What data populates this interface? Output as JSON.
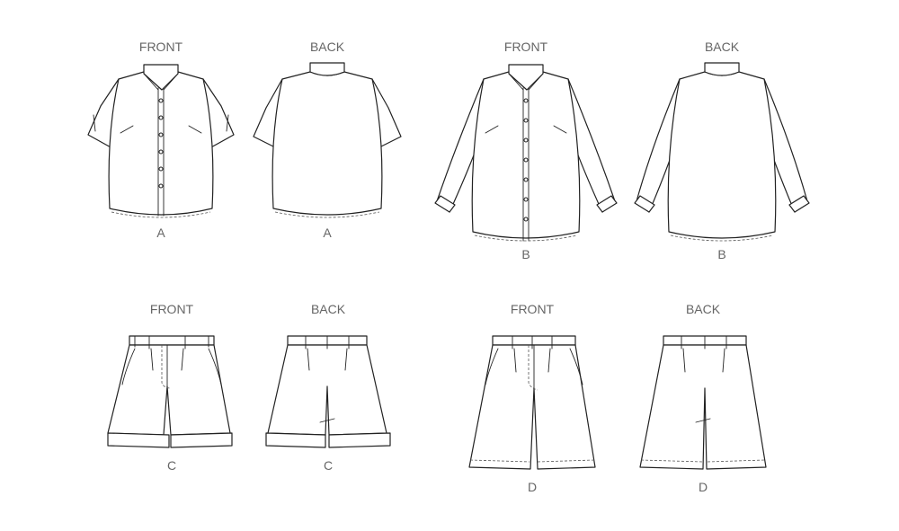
{
  "views": [
    {
      "id": "a-front",
      "caption": "FRONT",
      "letter": "A"
    },
    {
      "id": "a-back",
      "caption": "BACK",
      "letter": "A"
    },
    {
      "id": "b-front",
      "caption": "FRONT",
      "letter": "B"
    },
    {
      "id": "b-back",
      "caption": "BACK",
      "letter": "B"
    },
    {
      "id": "c-front",
      "caption": "FRONT",
      "letter": "C"
    },
    {
      "id": "c-back",
      "caption": "BACK",
      "letter": "C"
    },
    {
      "id": "d-front",
      "caption": "FRONT",
      "letter": "D"
    },
    {
      "id": "d-back",
      "caption": "BACK",
      "letter": "D"
    }
  ],
  "colors": {
    "line": "#222222",
    "label": "#666666",
    "background": "#ffffff"
  }
}
